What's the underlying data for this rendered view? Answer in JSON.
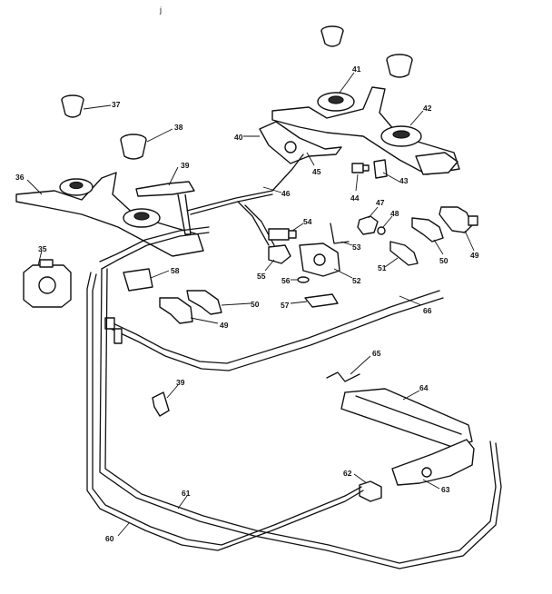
{
  "corner_mark": "j",
  "callouts": {
    "c35": "35",
    "c36": "36",
    "c37": "37",
    "c38": "38",
    "c39a": "39",
    "c39b": "39",
    "c40": "40",
    "c41": "41",
    "c42": "42",
    "c43": "43",
    "c44": "44",
    "c45": "45",
    "c46": "46",
    "c47": "47",
    "c48": "48",
    "c49a": "49",
    "c49b": "49",
    "c50a": "50",
    "c50b": "50",
    "c51": "51",
    "c52": "52",
    "c53": "53",
    "c54": "54",
    "c55": "55",
    "c56": "56",
    "c57": "57",
    "c58": "58",
    "c60": "60",
    "c61": "61",
    "c62": "62",
    "c63": "63",
    "c64": "64",
    "c65": "65",
    "c66": "66"
  }
}
